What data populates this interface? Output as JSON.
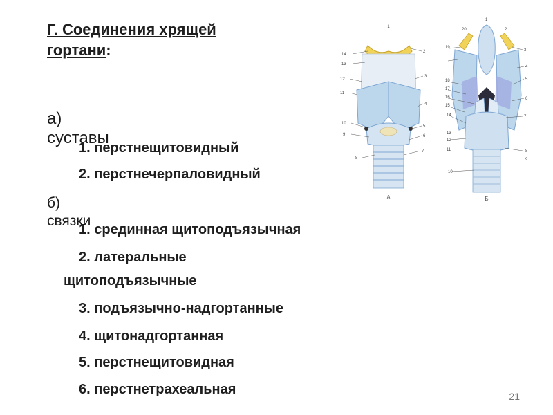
{
  "slide": {
    "title_line1": "Г. Соединения хрящей",
    "title_line2": "гортани",
    "title_colon": ":",
    "joints_heading": "а) суставы",
    "joints": [
      "1. перстнещитовидный",
      "2. перстнечерпаловидный"
    ],
    "ligaments_heading": "б) связки",
    "ligaments": [
      "1. срединная щитоподъязычная",
      "2. латеральные",
      "щитоподъязычные",
      "3. подъязычно-надгортанные",
      "4. щитонадгортанная",
      "5. перстнещитовидная",
      "6. перстнетрахеальная"
    ],
    "page_number": "21"
  },
  "figure": {
    "panel_a_label": "А",
    "panel_b_label": "Б",
    "left_labels": [
      "14",
      "13",
      "12",
      "11",
      "10",
      "9",
      "8"
    ],
    "right_labels": [
      "2",
      "3",
      "4",
      "5",
      "6",
      "7"
    ],
    "top_label": "1",
    "b_labels_left": [
      "20",
      "19",
      "18",
      "17",
      "16",
      "15",
      "14",
      "13",
      "12",
      "11",
      "10"
    ],
    "b_labels_right": [
      "1",
      "2",
      "3",
      "4",
      "5",
      "6",
      "7",
      "8",
      "9"
    ]
  },
  "colors": {
    "cartilage_blue": "#bcd6ec",
    "cartilage_dark": "#7ea7d2",
    "hyoid_yellow": "#f2d35a",
    "trachea": "#d7e5f2",
    "ligament_purple": "#9fa8e0"
  }
}
